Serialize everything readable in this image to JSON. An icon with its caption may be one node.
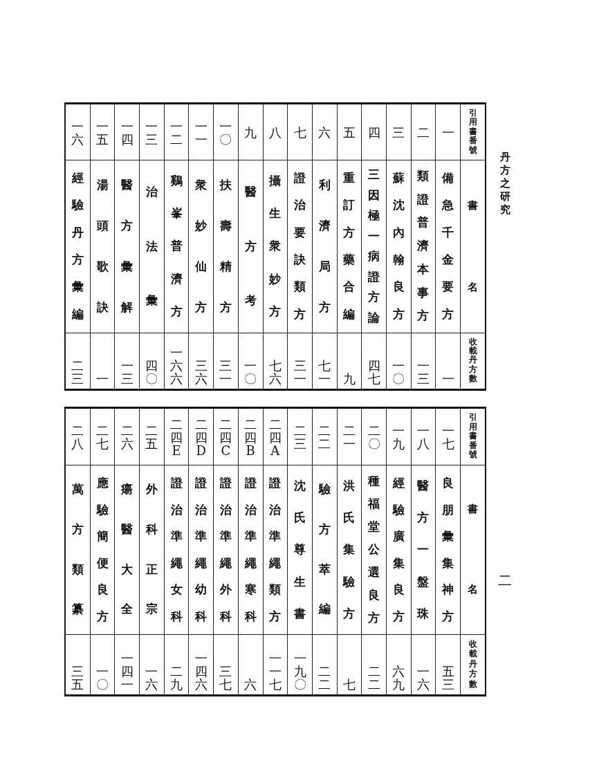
{
  "diagram": {
    "labels": [
      "丹方之研究",
      "二",
      "引用書番號",
      "書名",
      "收載丹方數",
      "一",
      "備急千金要方",
      "一",
      "二",
      "類證普濟本事方",
      "一三",
      "三",
      "蘇沈內翰良方",
      "一〇",
      "四",
      "三因極一病證方論",
      "四七",
      "五",
      "重訂方藥合編",
      "九",
      "六",
      "利濟局方",
      "七一",
      "七",
      "證治要訣類方",
      "三一",
      "八",
      "攝生衆妙方",
      "七六",
      "九",
      "醫方考",
      "一〇",
      "一〇",
      "扶壽精方",
      "三一",
      "一一",
      "衆妙仙方",
      "三六",
      "一二",
      "鷄峯普濟方",
      "一六六",
      "一三",
      "治法彙",
      "四〇",
      "一四",
      "醫方彙解",
      "一三",
      "一五",
      "湯頭歌訣",
      "一",
      "一六",
      "經驗丹方彙編",
      "二三",
      "引用書番號",
      "書名",
      "收載丹方數",
      "一七",
      "良朋彙集神方",
      "五三",
      "一八",
      "醫方一盤珠",
      "一六",
      "一九",
      "經驗廣集良方",
      "六九",
      "二〇",
      "種福堂公選良方",
      "二二",
      "二一",
      "洪氏集驗方",
      "七",
      "二二",
      "驗方萃編",
      "二二",
      "二三",
      "沈氏尊生書",
      "一九〇",
      "二四A",
      "證治準繩類方",
      "一一七",
      "二四B",
      "證治準繩寒科",
      "六",
      "二四C",
      "證治準繩外科",
      "三七",
      "二四D",
      "證治準繩幼科",
      "一四六",
      "二四E",
      "證治準繩女科",
      "二九",
      "二五",
      "外科正宗",
      "一六",
      "二六",
      "瘍醫大全",
      "一四一",
      "二七",
      "應驗簡便良方",
      "一〇",
      "二八",
      "萬方類纂",
      "三五"
    ]
  }
}
